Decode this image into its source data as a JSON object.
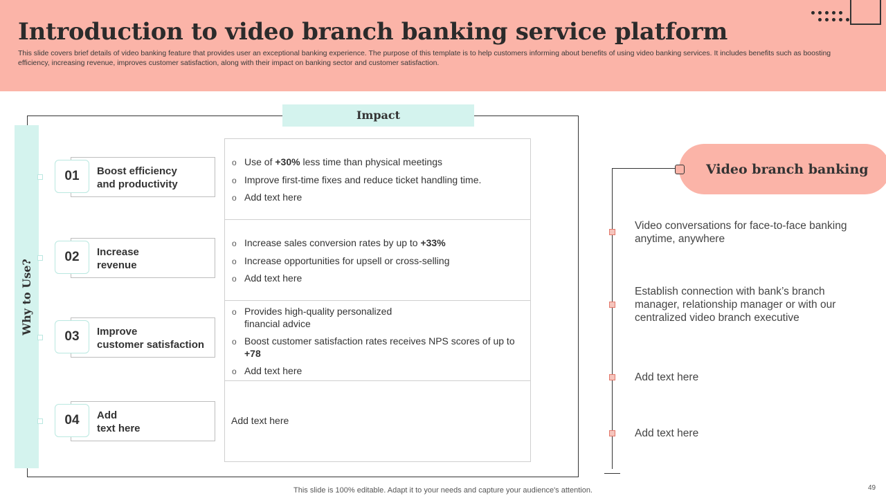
{
  "header": {
    "title": "Introduction to video branch banking service platform",
    "subtitle": "This slide covers brief details of video banking feature that provides user an exceptional banking experience. The purpose of this template is to help customers informing about benefits of using video banking services. It includes benefits such as boosting efficiency, increasing revenue, improves customer satisfaction, along with their impact on banking sector and customer satisfaction."
  },
  "impact_heading": "Impact",
  "why_heading": "Why to Use?",
  "reasons": [
    {
      "num": "01",
      "line1": "Boost efficiency",
      "line2": "and productivity"
    },
    {
      "num": "02",
      "line1": "Increase",
      "line2": "revenue"
    },
    {
      "num": "03",
      "line1": "Improve",
      "line2": "customer satisfaction"
    },
    {
      "num": "04",
      "line1": "Add",
      "line2": "text here"
    }
  ],
  "impacts": {
    "r1": [
      {
        "pre": "Use of ",
        "bold": "+30%",
        "post": " less time than physical meetings"
      },
      {
        "pre": "Improve first-time fixes and reduce ticket handling time.",
        "bold": "",
        "post": ""
      },
      {
        "pre": "Add text here",
        "bold": "",
        "post": ""
      }
    ],
    "r2": [
      {
        "pre": "Increase sales conversion rates by up to ",
        "bold": "+33%",
        "post": ""
      },
      {
        "pre": "Increase opportunities for upsell or cross-selling",
        "bold": "",
        "post": ""
      },
      {
        "pre": "Add text here",
        "bold": "",
        "post": ""
      }
    ],
    "r3": [
      {
        "pre": "Provides high-quality personalized financial advice",
        "bold": "",
        "post": ""
      },
      {
        "pre": "Boost customer satisfaction rates receives NPS scores of up to ",
        "bold": "+78",
        "post": ""
      },
      {
        "pre": "Add text here",
        "bold": "",
        "post": ""
      }
    ],
    "r4": "Add text here"
  },
  "video_branch": {
    "title": "Video branch banking",
    "points": [
      "Video conversations for face-to-face banking anytime, anywhere",
      "Establish connection with bank’s branch manager, relationship manager or with our centralized video branch executive",
      "Add text here",
      "Add text here"
    ]
  },
  "footer": "This slide is 100% editable. Adapt it to your needs and capture your audience's attention.",
  "page_number": "49",
  "colors": {
    "header_bg": "#fbb4a8",
    "accent_mint": "#d4f3ee",
    "mint_border": "#b9e8e0"
  }
}
